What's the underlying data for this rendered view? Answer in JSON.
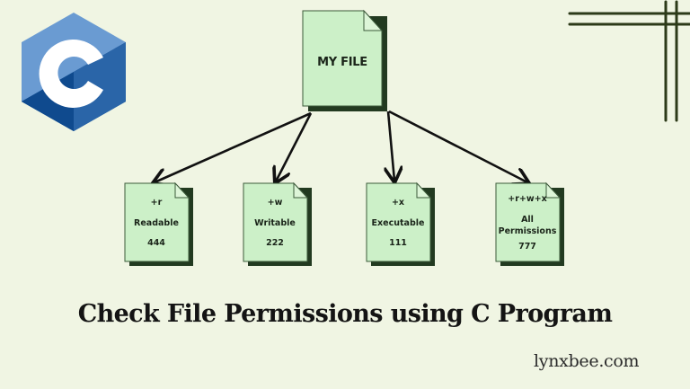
{
  "colors": {
    "background": "#f0f5e3",
    "file_fill": "#ccf0c8",
    "file_fold": "#ddf5d8",
    "file_border": "#3c5a3a",
    "file_shadow": "#223a20",
    "arrow": "#111111",
    "logo_light": "#6a9bd2",
    "logo_dark": "#0f4a8e",
    "logo_mid": "#2a65a8",
    "deco_lines": "#2c3a18"
  },
  "logo": {
    "icon": "c-language-hexagon-logo",
    "letter": "C"
  },
  "diagram": {
    "root": {
      "label": "MY FILE"
    },
    "children": [
      {
        "flag": "+r",
        "label": "Readable",
        "octal": "444"
      },
      {
        "flag": "+w",
        "label": "Writable",
        "octal": "222"
      },
      {
        "flag": "+x",
        "label": "Executable",
        "octal": "111"
      },
      {
        "flag": "+r+w+x",
        "label_line1": "All",
        "label_line2": "Permissions",
        "octal": "777"
      }
    ]
  },
  "title": "Check File Permissions using C Program",
  "site": "lynxbee.com"
}
